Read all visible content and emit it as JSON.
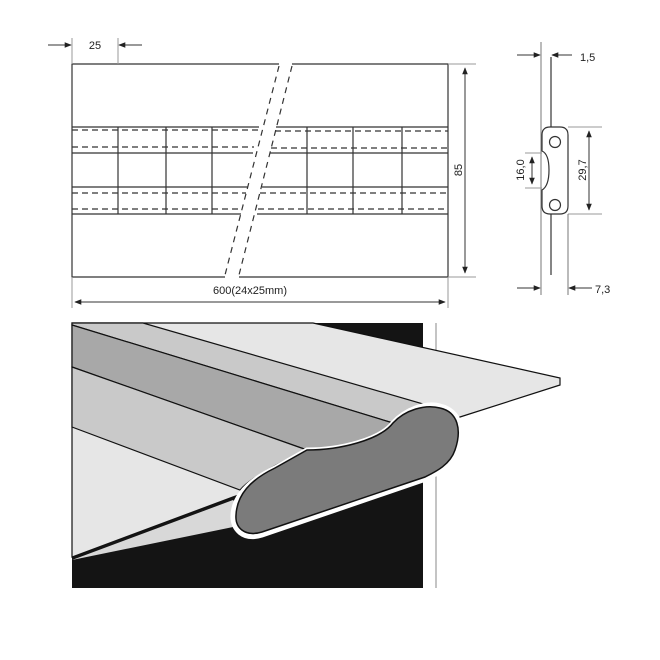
{
  "front_view": {
    "pitch_label": "25",
    "height_label": "85",
    "length_label": "600(24x25mm)"
  },
  "side_view": {
    "thickness_label": "1,5",
    "pin_spacing_label": "16,0",
    "knuckle_height_label": "29,7",
    "knuckle_width_label": "7,3"
  },
  "colors": {
    "background": "#ffffff",
    "line": "#222222",
    "sheet": "#e6e6e6",
    "band_light": "#c9c9c9",
    "band_mid": "#a8a8a8",
    "roll_end": "#7b7b7b",
    "backdrop": "#141414"
  }
}
